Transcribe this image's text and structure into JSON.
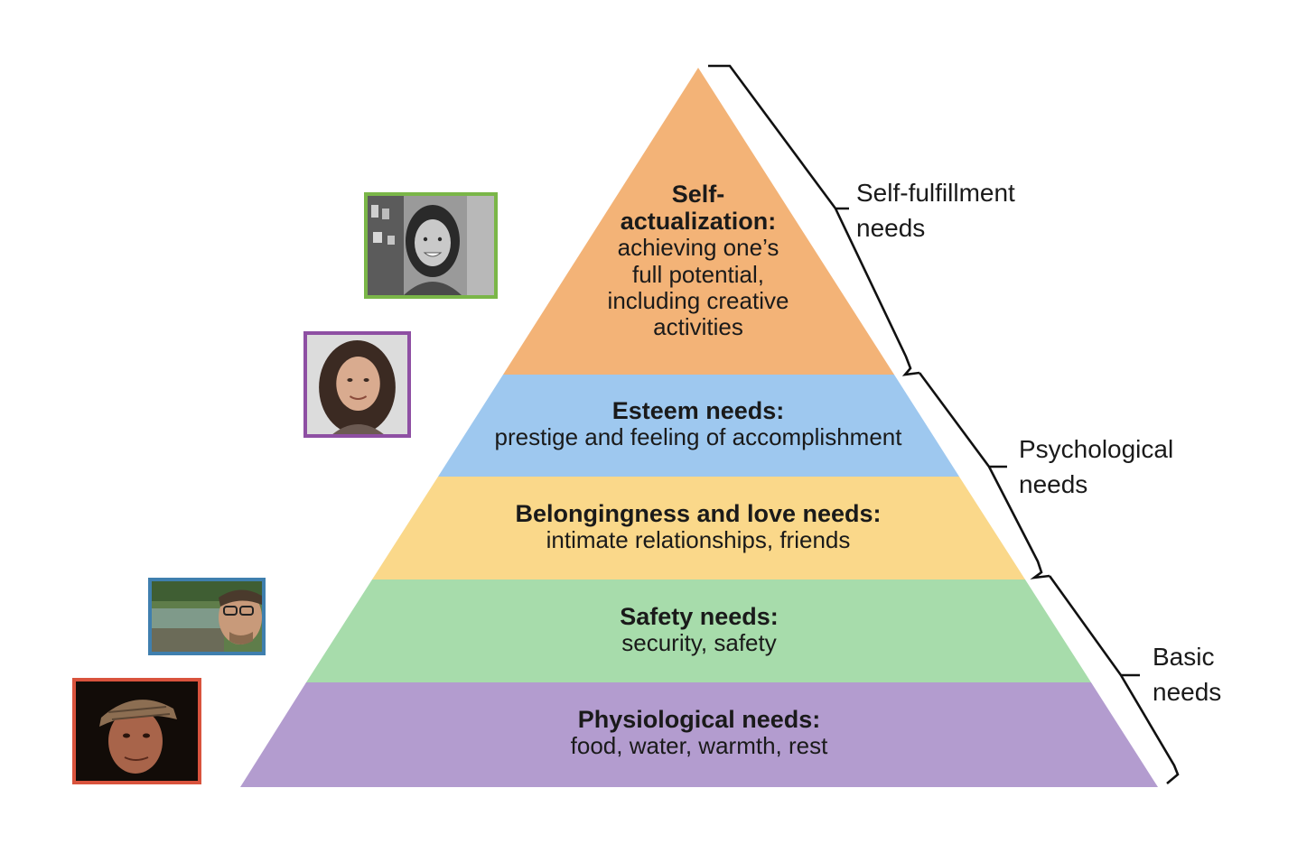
{
  "tiers": [
    {
      "key": "self",
      "title": "Self-\nactualization:",
      "desc": "achieving one’s\nfull potential,\nincluding creative\nactivities",
      "color": "#f3b377"
    },
    {
      "key": "esteem",
      "title": "Esteem needs:",
      "desc": "prestige and feeling of accomplishment",
      "color": "#9ec8ef"
    },
    {
      "key": "belong",
      "title": "Belongingness and love needs:",
      "desc": "intimate relationships, friends",
      "color": "#fad88a"
    },
    {
      "key": "safety",
      "title": "Safety needs:",
      "desc": "security, safety",
      "color": "#a7dcab"
    },
    {
      "key": "physio",
      "title": "Physiological needs:",
      "desc": "food, water, warmth, rest",
      "color": "#b39ccf"
    }
  ],
  "groups": [
    {
      "key": "self-fulfillment",
      "label": "Self-fulfillment\nneeds"
    },
    {
      "key": "psychological",
      "label": "Psychological\nneeds"
    },
    {
      "key": "basic",
      "label": "Basic\nneeds"
    }
  ],
  "photos": [
    {
      "key": "woman-smiling",
      "border_color": "#7ab648",
      "subject": "grayscale portrait of a smiling young woman"
    },
    {
      "key": "woman-curly",
      "border_color": "#8e4fa3",
      "subject": "portrait of a woman with long curly hair"
    },
    {
      "key": "man-glasses",
      "border_color": "#3f7fae",
      "subject": "man with glasses by a river"
    },
    {
      "key": "man-cap",
      "border_color": "#d9533d",
      "subject": "man wearing a flat cap"
    }
  ]
}
